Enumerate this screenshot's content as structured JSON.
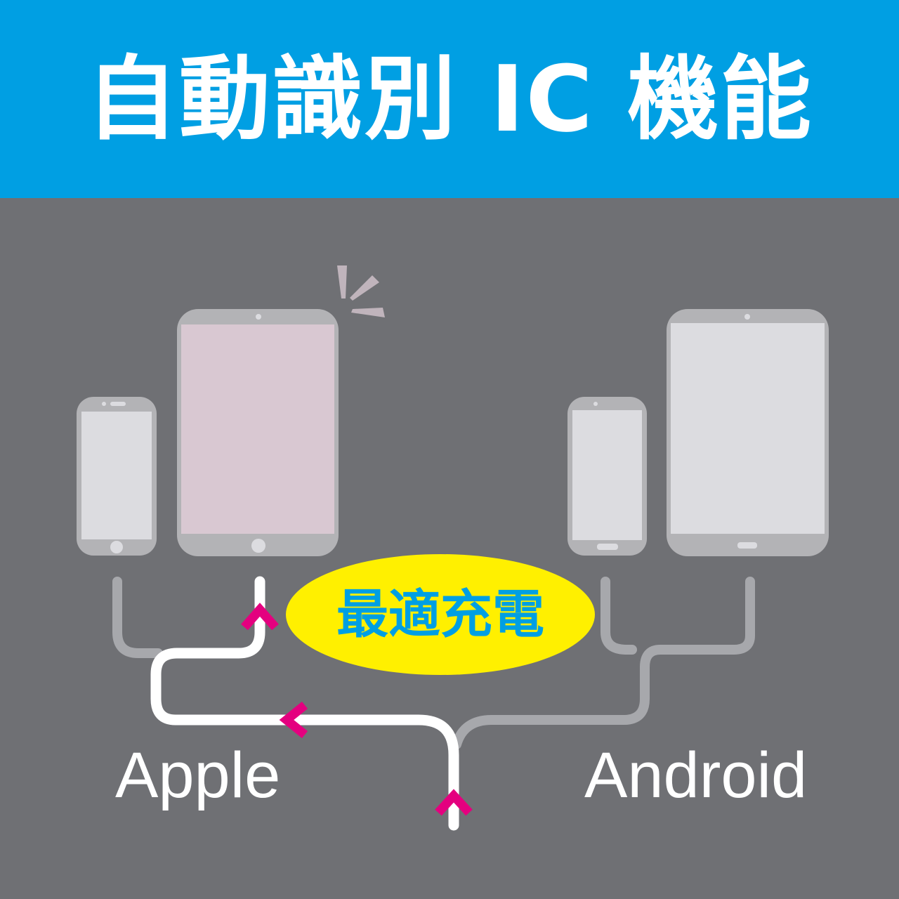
{
  "title": "自動識別 IC 機能",
  "badge": {
    "text": "最適充電"
  },
  "labels": {
    "apple": "Apple",
    "android": "Android"
  },
  "colors": {
    "banner": "#009fe3",
    "background": "#6f7074",
    "badge_fill": "#fff000",
    "badge_text": "#009fe3",
    "arrow": "#e4007f",
    "active_cable": "#ffffff",
    "inactive_cable": "#a7a8ac",
    "ipad_screen": "#d9c8d2",
    "device_screen": "#dcdce0",
    "device_frame": "#b3b3b6"
  },
  "devices": [
    {
      "name": "apple-iphone-icon",
      "group": "Apple"
    },
    {
      "name": "apple-ipad-icon",
      "group": "Apple",
      "charging": true
    },
    {
      "name": "android-phone-icon",
      "group": "Android"
    },
    {
      "name": "android-tablet-icon",
      "group": "Android"
    }
  ]
}
